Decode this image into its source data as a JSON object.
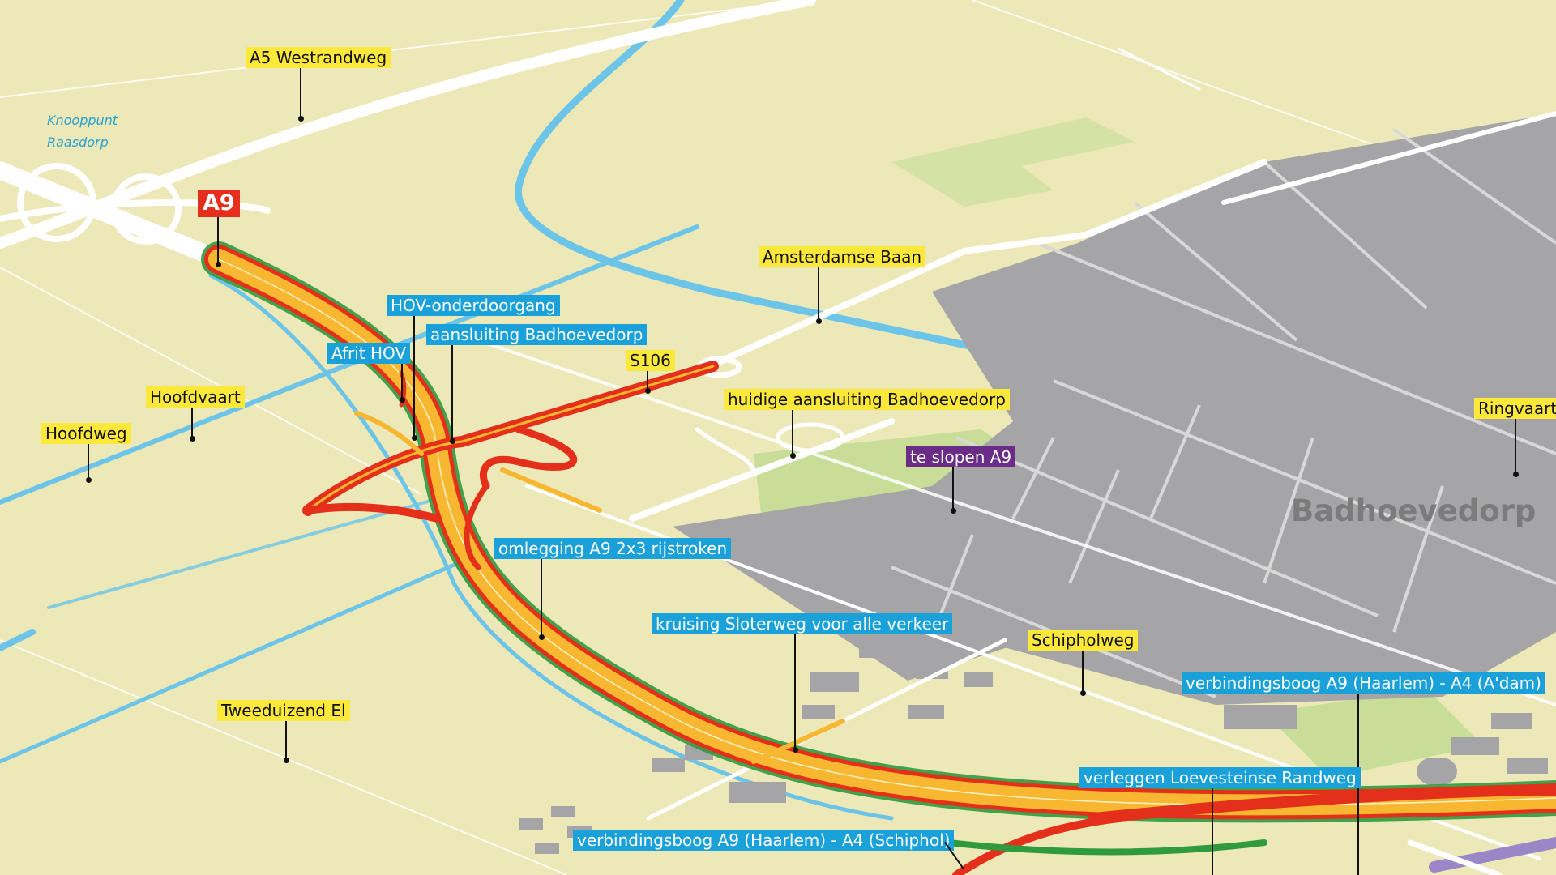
{
  "map": {
    "colors": {
      "land": "#ece8b8",
      "urban": "#a5a5a8",
      "urban_edge": "#d8d8d8",
      "road": "#ffffff",
      "water": "#6cc4e8",
      "green_area": "#c7dd98",
      "a9_new": "#f7b731",
      "a9_edge": "#e42f1a",
      "a9_border": "#2f9a3e",
      "a4": "#9a87c7",
      "label_yellow": "#fbe83a",
      "label_blue": "#1ba1d9",
      "label_purple": "#6a2c86",
      "label_red": "#e62e1e"
    },
    "labels": {
      "a5_westrandweg": "A5 Westrandweg",
      "knooppunt": "Knooppunt",
      "raasdorp": "Raasdorp",
      "a9": "A9",
      "amsterdamse_baan": "Amsterdamse Baan",
      "hov_onderdoorgang": "HOV-onderdoorgang",
      "aansluiting_badhoevedorp": "aansluiting Badhoevedorp",
      "afrit_hov": "Afrit HOV",
      "s106": "S106",
      "hoofdvaart": "Hoofdvaart",
      "hoofdweg": "Hoofdweg",
      "huidige_aansluiting": "huidige aansluiting Badhoevedorp",
      "te_slopen_a9": "te slopen A9",
      "ringvaart": "Ringvaart",
      "badhoevedorp": "Badhoevedorp",
      "omlegging": "omlegging A9 2x3 rijstroken",
      "kruising_sloterweg": "kruising Sloterweg voor alle verkeer",
      "schipholweg": "Schipholweg",
      "verbindingsboog_adam": "verbindingsboog A9 (Haarlem) - A4 (A'dam)",
      "tweeduizend_el": "Tweeduizend El",
      "verleggen_loevesteinse": "verleggen Loevesteinse Randweg",
      "verbindingsboog_schiphol": "verbindingsboog A9 (Haarlem) - A4 (Schiphol)"
    }
  }
}
